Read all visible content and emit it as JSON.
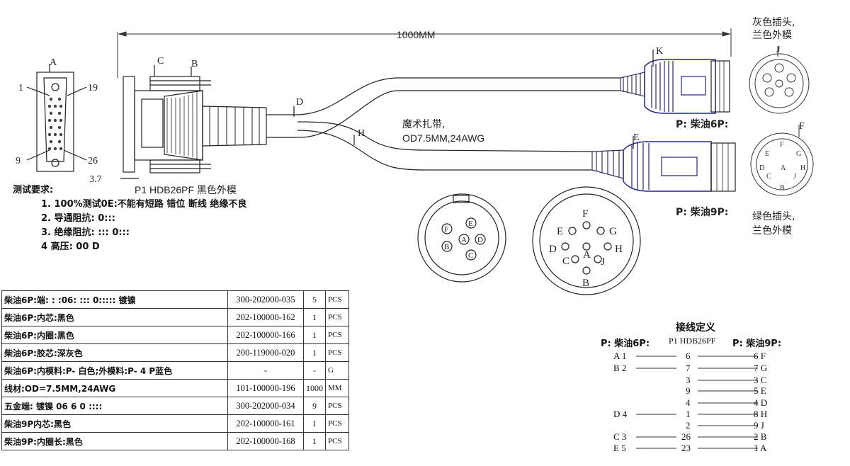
{
  "drawing": {
    "total_length": "1000MM",
    "dim_small": "3.7",
    "p1_label": "P1 HDB26PF 黑色外模",
    "cable_note_line1": "魔术扎带,",
    "cable_note_line2": "OD7.5MM,24AWG",
    "p2_label": "P: 柴油6P:",
    "p3_label": "P: 柴油9P:",
    "note_6p_line1": "灰色插头,",
    "note_6p_line2": "兰色外模",
    "note_9p_line1": "绿色插头,",
    "note_9p_line2": "兰色外模",
    "points": {
      "A": "A",
      "B": "B",
      "C": "C",
      "D": "D",
      "E": "E",
      "F": "F",
      "H": "H",
      "J": "J",
      "K": "K"
    },
    "db_pins": {
      "p1": "1",
      "p19": "19",
      "p9": "9",
      "p26": "26"
    },
    "pins6": [
      "F",
      "A",
      "D",
      "B",
      "C",
      "E"
    ],
    "pins9": [
      "F",
      "E",
      "G",
      "D",
      "A",
      "H",
      "C",
      "J",
      "B"
    ]
  },
  "test_requirements": {
    "title": "测试要求:",
    "items": [
      "1. 100%测试0E:不能有短路 错位 断线 绝缘不良",
      "2. 导通阻抗: 0:::",
      "3. 绝缘阻抗: ::: 0:::",
      "4  高压: 00 D"
    ]
  },
  "bom": [
    {
      "desc": "柴油6P:端: : :06: ::: 0::::: 镀镍",
      "code": "300-202000-035",
      "qty": "5",
      "unit": "PCS"
    },
    {
      "desc": "柴油6P:内芯:黑色",
      "code": "202-100000-162",
      "qty": "1",
      "unit": "PCS"
    },
    {
      "desc": "柴油6P:内圈:黑色",
      "code": "202-100000-166",
      "qty": "1",
      "unit": "PCS"
    },
    {
      "desc": "柴油6P:胶芯:深灰色",
      "code": "200-119000-020",
      "qty": "1",
      "unit": "PCS"
    },
    {
      "desc": "柴油6P:内模料:P- 白色;外模料:P- 4 P蓝色",
      "code": "-",
      "qty": "-",
      "unit": "G"
    },
    {
      "desc": "线材:OD=7.5MM,24AWG",
      "code": "101-100000-196",
      "qty": "1000",
      "unit": "MM"
    },
    {
      "desc": "五金端: 镀镍 06 6 0 ::::",
      "code": "300-202000-034",
      "qty": "9",
      "unit": "PCS"
    },
    {
      "desc": "柴油9P内芯:黑色",
      "code": "202-100000-161",
      "qty": "1",
      "unit": "PCS"
    },
    {
      "desc": "柴油9P:内圈长:黑色",
      "code": "202-100000-168",
      "qty": "1",
      "unit": "PCS"
    }
  ],
  "wiring": {
    "title": "接线定义",
    "header_left": "P: 柴油6P:",
    "header_mid": "P1 HDB26PF",
    "header_right": "P: 柴油9P:",
    "rows": [
      {
        "l": "A 1",
        "m": "6",
        "r": "6 F",
        "lw": true
      },
      {
        "l": "B 2",
        "m": "7",
        "r": "7 G",
        "lw": true
      },
      {
        "l": "",
        "m": "3",
        "r": "3 C",
        "lw": false
      },
      {
        "l": "",
        "m": "9",
        "r": "5 E",
        "lw": false
      },
      {
        "l": "",
        "m": "4",
        "r": "4 D",
        "lw": false
      },
      {
        "l": "D 4",
        "m": "1",
        "r": "8 H",
        "lw": true
      },
      {
        "l": "",
        "m": "2",
        "r": "9 J",
        "lw": false
      },
      {
        "l": "C 3",
        "m": "26",
        "r": "2 B",
        "lw": true
      },
      {
        "l": "E 5",
        "m": "23",
        "r": "1 A",
        "lw": true
      }
    ]
  }
}
